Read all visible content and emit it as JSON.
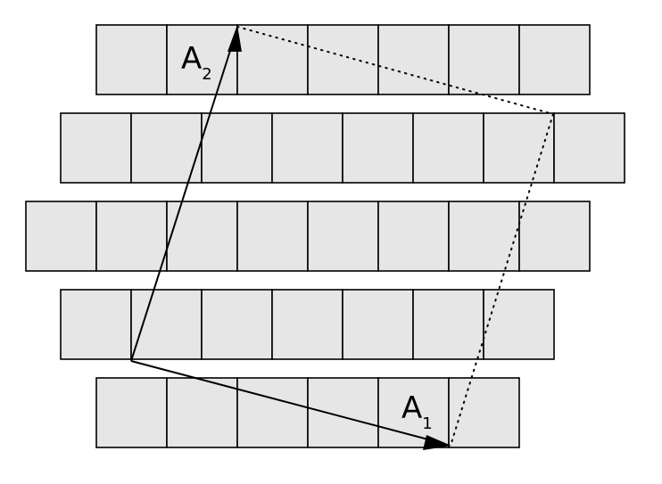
{
  "rows": [
    {
      "cells": 7
    },
    {
      "cells": 8
    },
    {
      "cells": 8
    },
    {
      "cells": 7
    },
    {
      "cells": 6
    }
  ],
  "vectors": [
    {
      "id": "a2",
      "letter": "A",
      "subscript": "2"
    },
    {
      "id": "a1",
      "letter": "A",
      "subscript": "1"
    }
  ],
  "colors": {
    "cell_fill": "#e6e6e6",
    "stroke": "#000000"
  }
}
